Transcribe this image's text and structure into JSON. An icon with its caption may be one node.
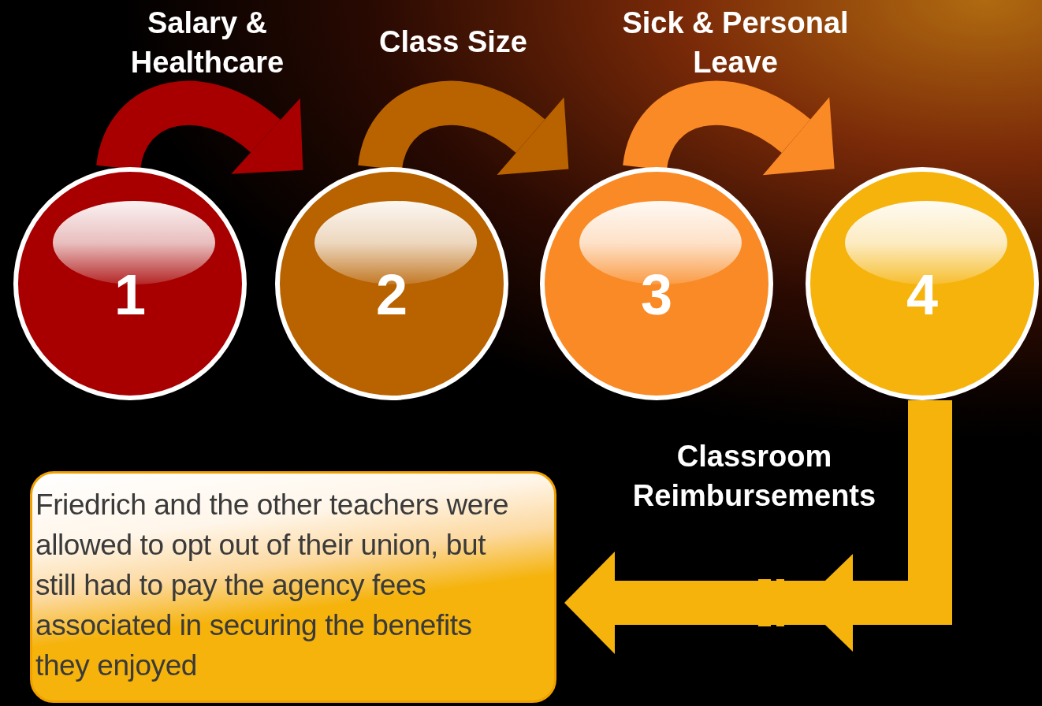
{
  "diagram": {
    "nodes": [
      {
        "text": [
          "1"
        ]
      },
      {
        "text": [
          "2"
        ]
      },
      {
        "text": [
          "3"
        ]
      },
      {
        "text": [
          "4"
        ]
      },
      {
        "text": [
          "Friedrich and the other teachers were allowed to opt out of their union, but still had to pay the agency fees associated in securing the benefits they enjoyed"
        ]
      }
    ],
    "edges": [
      {
        "from": 0,
        "to": 1,
        "arrow": "to",
        "label": "Salary & Healthcare",
        "color": "#a80000"
      },
      {
        "from": 1,
        "to": 2,
        "arrow": "to",
        "label": "Class Size",
        "color": "#b86200"
      },
      {
        "from": 2,
        "to": 3,
        "arrow": "to",
        "label": "Sick & Personal Leave",
        "color": "#f98a25"
      },
      {
        "from": 3,
        "to": 4,
        "arrow": "to",
        "label": "Classroom Reimbursements",
        "color": "#f5b30c"
      }
    ]
  }
}
